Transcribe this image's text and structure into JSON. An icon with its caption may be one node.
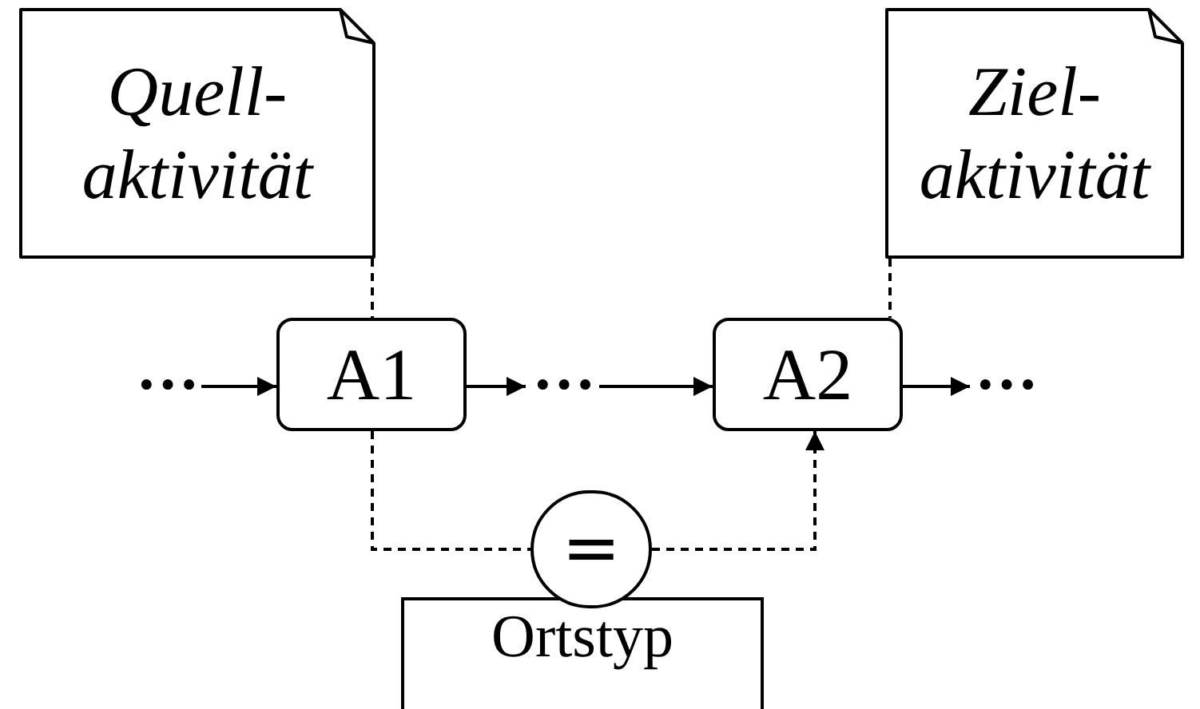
{
  "diagram": {
    "nodes": [
      {
        "text": [
          "Quell- aktivität"
        ]
      },
      {
        "text": [
          "Ziel- aktivität"
        ]
      },
      {
        "text": [
          "···"
        ]
      },
      {
        "text": [
          "A1"
        ]
      },
      {
        "text": [
          "···"
        ]
      },
      {
        "text": [
          "A2"
        ]
      },
      {
        "text": [
          "···"
        ]
      },
      {
        "text": [
          "="
        ]
      },
      {
        "text": [
          "Ortstyp"
        ]
      }
    ],
    "edges": [
      {
        "from": 2,
        "to": 3,
        "arrow": "to"
      },
      {
        "from": 3,
        "to": 4,
        "arrow": "to"
      },
      {
        "from": 4,
        "to": 5,
        "arrow": "to"
      },
      {
        "from": 5,
        "to": 6,
        "arrow": "to"
      },
      {
        "from": 0,
        "to": 3,
        "arrow": "none",
        "style": "dashed"
      },
      {
        "from": 1,
        "to": 5,
        "arrow": "none",
        "style": "dashed"
      },
      {
        "from": 3,
        "to": 7,
        "arrow": "none",
        "style": "dashed"
      },
      {
        "from": 7,
        "to": 5,
        "arrow": "to",
        "style": "dashed"
      }
    ]
  }
}
